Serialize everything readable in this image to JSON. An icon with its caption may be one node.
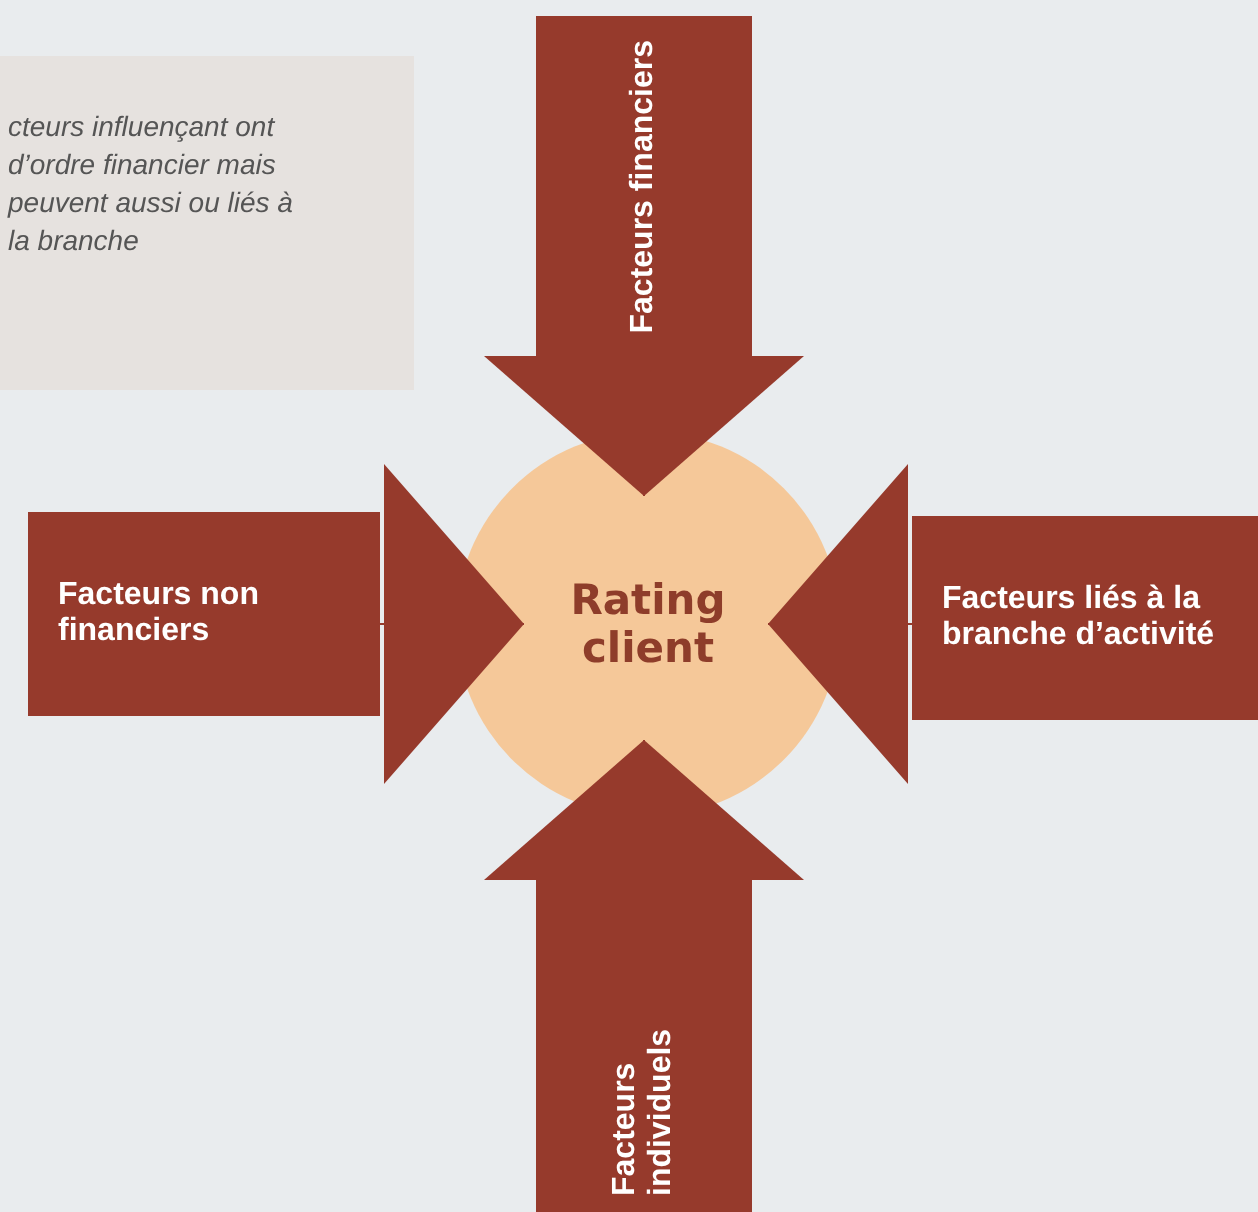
{
  "diagram": {
    "nodes": [
      {
        "text": [
          "Facteurs financiers"
        ]
      },
      {
        "text": [
          "Facteurs non financiers"
        ]
      },
      {
        "text": [
          "Rating client"
        ]
      },
      {
        "text": [
          "Facteurs liés à la branche d’activité"
        ]
      },
      {
        "text": [
          "Facteurs individuels"
        ]
      }
    ],
    "edges": [
      {
        "from": 0,
        "to": 2,
        "arrow": "to"
      },
      {
        "from": 1,
        "to": 2,
        "arrow": "to"
      },
      {
        "from": 3,
        "to": 2,
        "arrow": "to"
      },
      {
        "from": 4,
        "to": 2,
        "arrow": "to"
      }
    ],
    "labels": [
      "cteurs influençant ont d’ordre financier mais peuvent aussi ou liés à la branche"
    ]
  }
}
